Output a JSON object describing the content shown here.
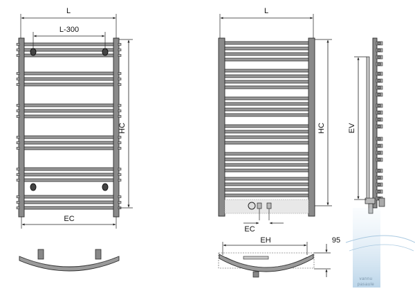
{
  "diagram": {
    "front_view": {
      "width_label": "L",
      "mount_label": "L-300",
      "height_label": "HC",
      "centers_label": "EC"
    },
    "side_front_view": {
      "width_label": "L",
      "height_label": "HC",
      "centers_label": "EC"
    },
    "profile_view": {
      "height_label": "EV"
    },
    "top_view": {
      "eh_label": "EH",
      "depth_label": "95"
    },
    "watermark": {
      "line1": "vannu",
      "line2": "pasaule"
    },
    "colors": {
      "radiator": "#8a8a8a",
      "outline": "#2b2b2b",
      "watermark": "#9fc4e0"
    }
  }
}
